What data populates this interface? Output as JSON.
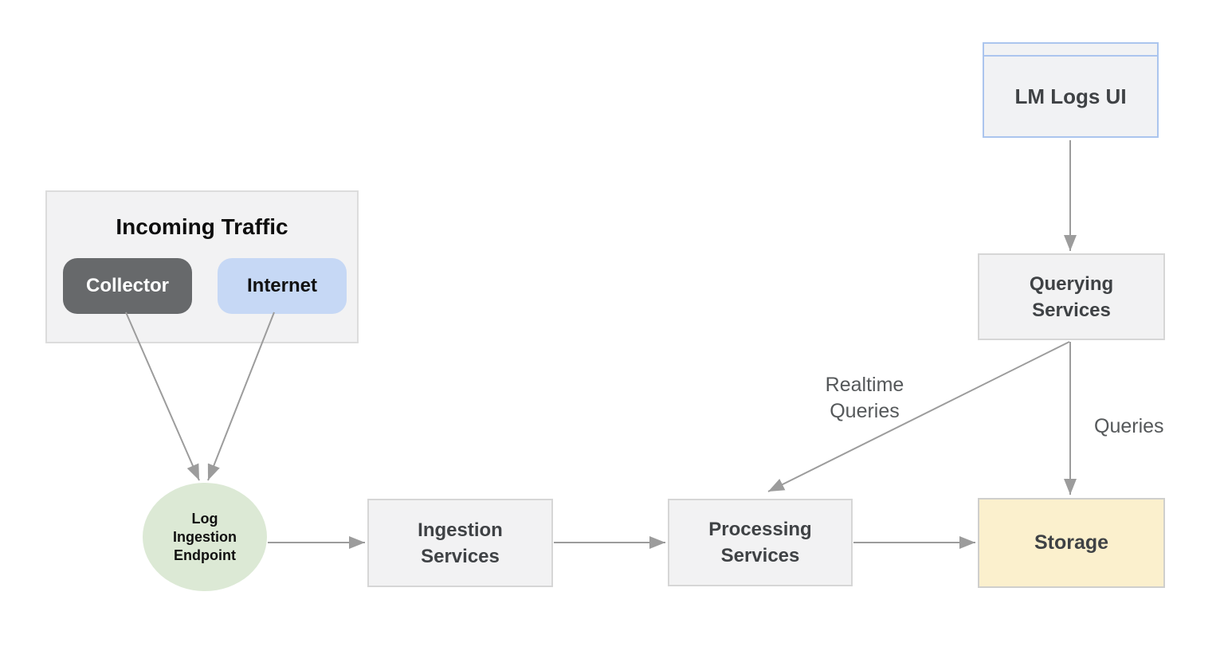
{
  "nodes": {
    "lm_logs_ui": {
      "label": "LM Logs UI"
    },
    "querying_services": {
      "lines": [
        "Querying",
        "Services"
      ]
    },
    "incoming_traffic": {
      "title": "Incoming Traffic",
      "collector": "Collector",
      "internet": "Internet"
    },
    "log_ingestion_endpoint": {
      "lines": [
        "Log",
        "Ingestion",
        "Endpoint"
      ]
    },
    "ingestion_services": {
      "lines": [
        "Ingestion",
        "Services"
      ]
    },
    "processing_services": {
      "lines": [
        "Processing",
        "Services"
      ]
    },
    "storage": {
      "label": "Storage"
    }
  },
  "labels": {
    "realtime": {
      "lines": [
        "Realtime",
        "Queries"
      ]
    },
    "queries": "Queries"
  },
  "edges": [
    {
      "from": "Collector",
      "to": "Log Ingestion Endpoint",
      "label": ""
    },
    {
      "from": "Internet",
      "to": "Log Ingestion Endpoint",
      "label": ""
    },
    {
      "from": "Log Ingestion Endpoint",
      "to": "Ingestion Services",
      "label": ""
    },
    {
      "from": "Ingestion Services",
      "to": "Processing Services",
      "label": ""
    },
    {
      "from": "Processing Services",
      "to": "Storage",
      "label": ""
    },
    {
      "from": "LM Logs UI",
      "to": "Querying Services",
      "label": ""
    },
    {
      "from": "Querying Services",
      "to": "Storage",
      "label": "Queries"
    },
    {
      "from": "Querying Services",
      "to": "Processing Services",
      "label": "Realtime Queries"
    }
  ],
  "colors": {
    "box_fill": "#f2f2f3",
    "box_border": "#d6d6d6",
    "box_text": "#3f4245",
    "storage_fill": "#fbf0cd",
    "ui_border": "#abc5ee",
    "collector_fill": "#67696b",
    "internet_fill": "#c6d8f5",
    "endpoint_fill": "#dce9d5",
    "arrow": "#9c9c9c",
    "label_text": "#55585a"
  }
}
